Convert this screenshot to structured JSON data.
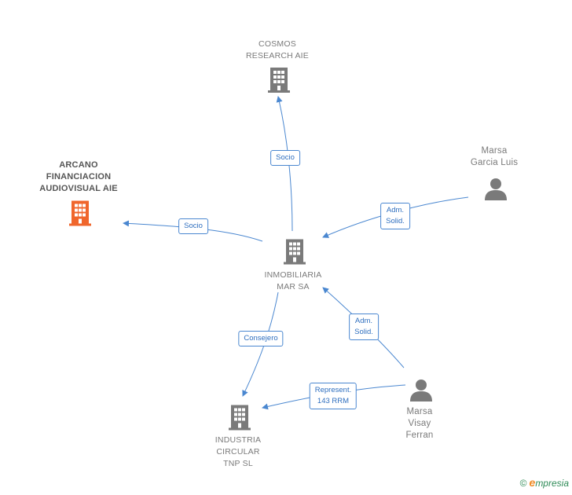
{
  "colors": {
    "edge": "#4a87d0",
    "company_icon": "#7a7a7a",
    "focus_icon": "#f0662c",
    "person_icon": "#7a7a7a"
  },
  "nodes": {
    "cosmos": {
      "line1": "COSMOS",
      "line2": "RESEARCH AIE",
      "icon": "building-icon"
    },
    "arcano": {
      "line1": "ARCANO",
      "line2": "FINANCIACION",
      "line3": "AUDIOVISUAL AIE",
      "icon": "building-icon"
    },
    "inmobiliaria": {
      "line1": "INMOBILIARIA",
      "line2": "MAR SA",
      "icon": "building-icon"
    },
    "industria": {
      "line1": "INDUSTRIA",
      "line2": "CIRCULAR",
      "line3": "TNP  SL",
      "icon": "building-icon"
    },
    "marsa_garcia": {
      "line1": "Marsa",
      "line2": "Garcia Luis",
      "icon": "person-icon"
    },
    "marsa_visay": {
      "line1": "Marsa",
      "line2": "Visay",
      "line3": "Ferran",
      "icon": "person-icon"
    }
  },
  "edges": {
    "socio_cosmos": {
      "label": "Socio"
    },
    "socio_arcano": {
      "label": "Socio"
    },
    "adm_garcia": {
      "line1": "Adm.",
      "line2": "Solid."
    },
    "adm_visay": {
      "line1": "Adm.",
      "line2": "Solid."
    },
    "consejero": {
      "label": "Consejero"
    },
    "represent": {
      "line1": "Represent.",
      "line2": "143 RRM"
    }
  },
  "footer": {
    "copyright": "©",
    "brand_initial": "e",
    "brand_rest": "mpresia"
  }
}
